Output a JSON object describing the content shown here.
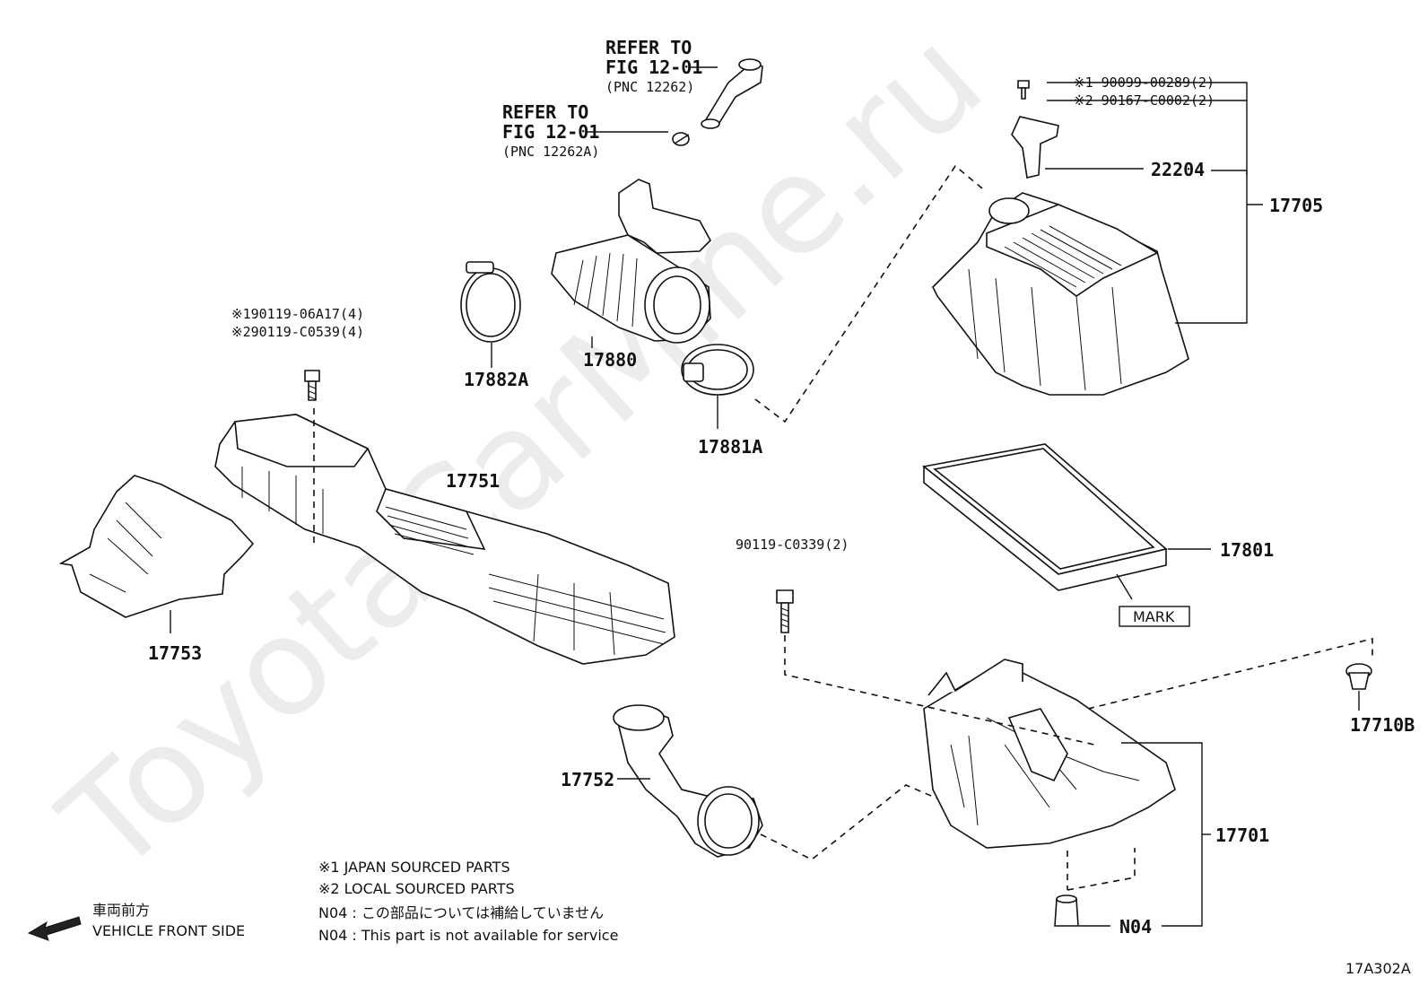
{
  "watermark": "ToyotaCarMine.ru",
  "figure_code": "17A302A",
  "references": [
    {
      "line1": "REFER TO",
      "line2": "FIG 12-01",
      "line3": "(PNC 12262)"
    },
    {
      "line1": "REFER TO",
      "line2": "FIG 12-01",
      "line3": "(PNC 12262A)"
    }
  ],
  "bolt_top_right": {
    "line1": "※1 90099-00289(2)",
    "line2": "※2 90167-C0002(2)"
  },
  "bolt_left": {
    "line1": "※190119-06A17(4)",
    "line2": "※290119-C0539(4)"
  },
  "bolt_mid": "90119-C0339(2)",
  "parts": {
    "p22204": "22204",
    "p17705": "17705",
    "p17880": "17880",
    "p17882A": "17882A",
    "p17881A": "17881A",
    "p17751": "17751",
    "p17753": "17753",
    "p17801": "17801",
    "mark": "MARK",
    "p17710B": "17710B",
    "p17752": "17752",
    "p17701": "17701",
    "n04": "N04"
  },
  "notes": {
    "note1": "※1 JAPAN SOURCED PARTS",
    "note2": "※2 LOCAL SOURCED PARTS",
    "note3": "N04 : この部品については補給していません",
    "note4": "N04 : This part is not available for service"
  },
  "direction": {
    "jp": "車両前方",
    "en": "VEHICLE FRONT SIDE"
  }
}
